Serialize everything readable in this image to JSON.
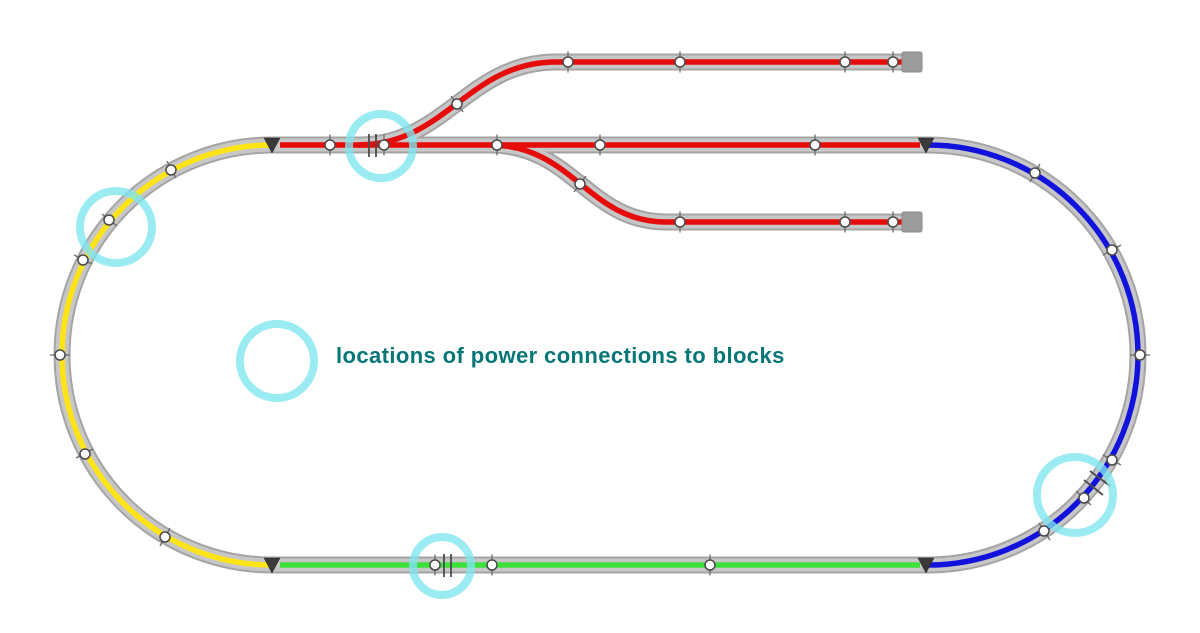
{
  "legend": {
    "label": "locations of power connections to blocks",
    "symbol": "cyan-highlight-ring"
  },
  "colors": {
    "block_red": "#e60c0c",
    "block_yellow": "#ffe415",
    "block_green": "#3de03d",
    "block_blue": "#1212dd",
    "roadbed": "#c7c7c7",
    "roadbed_edge": "#a4a4a4",
    "bumper": "#9c9c9c",
    "highlight_ring": "#7fe5ef",
    "label_text": "#067676",
    "connector_fill": "#ffffff",
    "connector_stroke": "#4a4a4a",
    "boundary_marker": "#3a3a3a"
  },
  "blocks": [
    {
      "id": "red-mainline-and-yard-sidings",
      "color": "#e60c0c"
    },
    {
      "id": "yellow-left-return-curve",
      "color": "#ffe415"
    },
    {
      "id": "green-bottom-straight",
      "color": "#3de03d"
    },
    {
      "id": "blue-right-return-curve",
      "color": "#1212dd"
    }
  ],
  "counts": {
    "power_connectors": 29,
    "highlight_rings": 5,
    "buffer_stops": 2,
    "block_boundary_markers": 4
  }
}
